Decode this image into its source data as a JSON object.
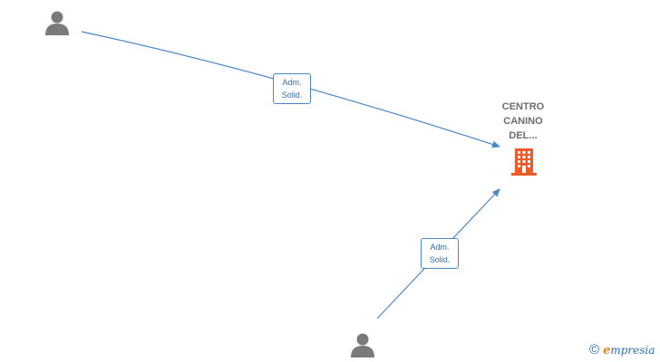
{
  "company": {
    "name_lines": [
      "CENTRO",
      "CANINO",
      "DEL..."
    ],
    "icon": "building-icon",
    "icon_color": "#f05a28"
  },
  "people": [
    {
      "icon": "person-icon"
    },
    {
      "icon": "person-icon"
    }
  ],
  "edges": [
    {
      "from": "person-top-left",
      "to": "company",
      "label_lines": [
        "Adm.",
        "Solid."
      ]
    },
    {
      "from": "person-bottom",
      "to": "company",
      "label_lines": [
        "Adm.",
        "Solid."
      ]
    }
  ],
  "colors": {
    "edge": "#4a88c9",
    "person": "#7a7a7a"
  },
  "watermark": {
    "symbol": "©",
    "brand_initial": "e",
    "brand_rest": "mpresia"
  }
}
